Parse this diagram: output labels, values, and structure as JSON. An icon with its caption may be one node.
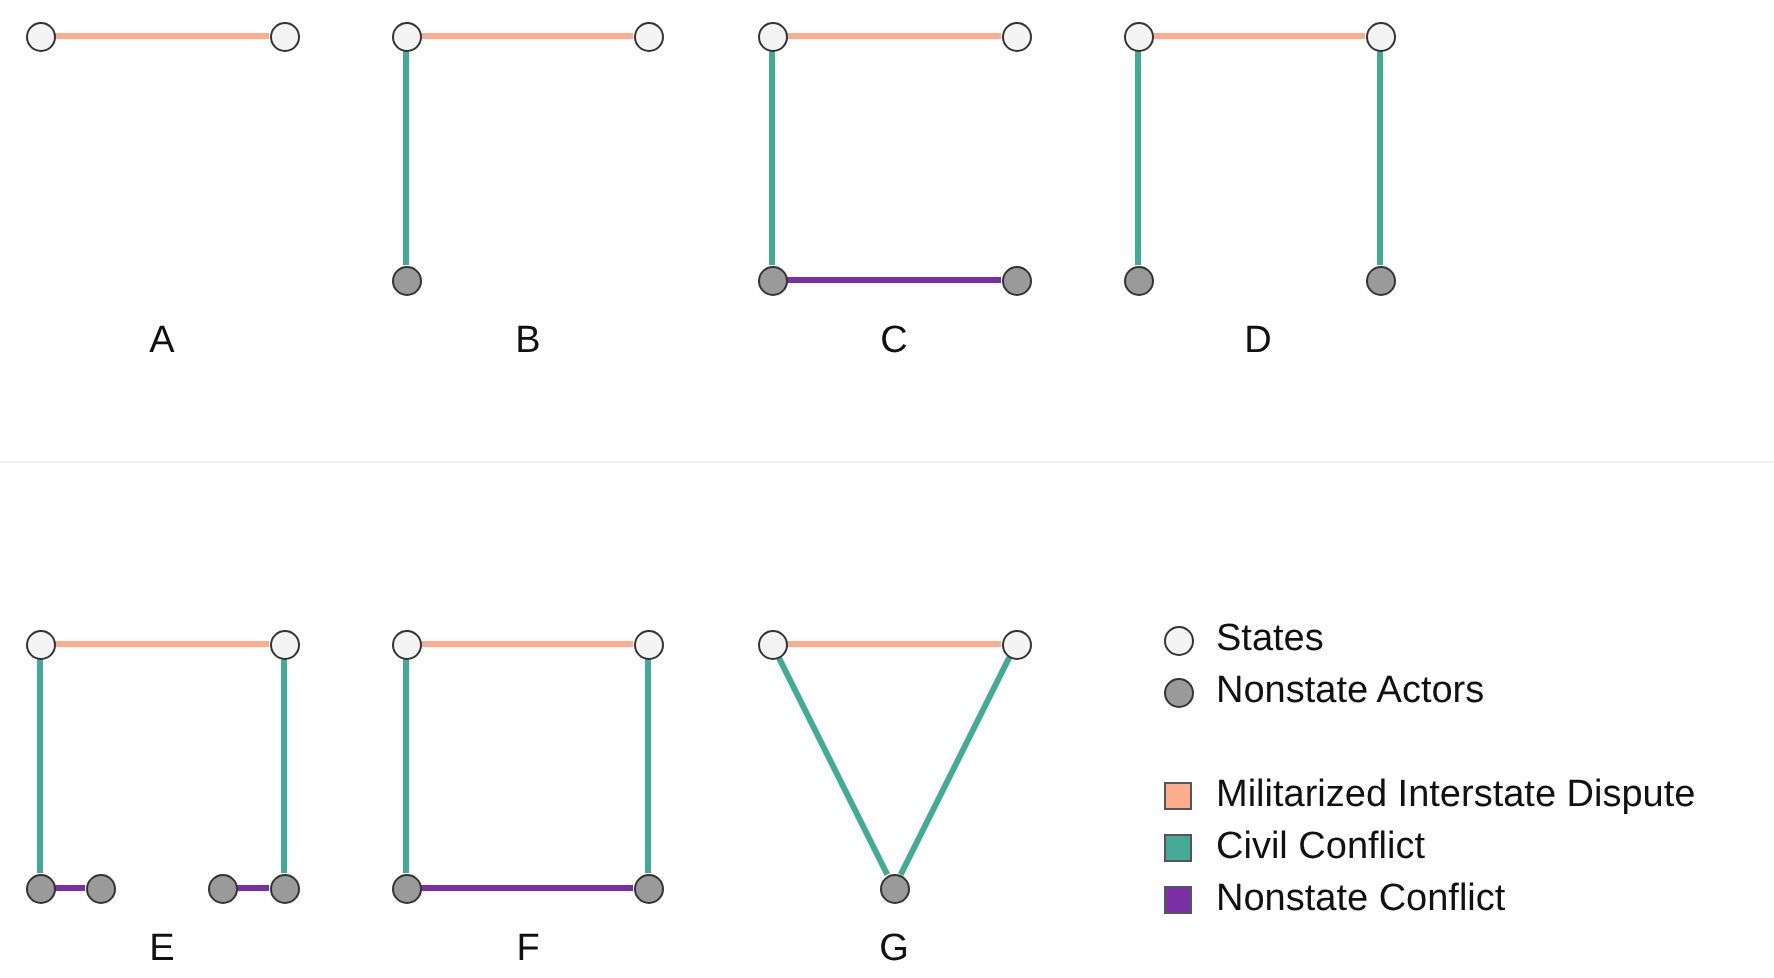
{
  "diagram": {
    "nodes": [
      {
        "text": [],
        "shape": "circle"
      },
      {
        "text": [],
        "shape": "circle"
      },
      {
        "text": [],
        "shape": "circle"
      },
      {
        "text": [],
        "shape": "circle"
      },
      {
        "text": [],
        "shape": "circle"
      },
      {
        "text": [],
        "shape": "circle"
      },
      {
        "text": [],
        "shape": "circle"
      },
      {
        "text": [],
        "shape": "circle"
      },
      {
        "text": [],
        "shape": "circle"
      },
      {
        "text": [],
        "shape": "circle"
      },
      {
        "text": [],
        "shape": "circle"
      },
      {
        "text": [],
        "shape": "circle"
      },
      {
        "text": [],
        "shape": "circle"
      },
      {
        "text": [],
        "shape": "circle"
      },
      {
        "text": [],
        "shape": "circle"
      },
      {
        "text": [],
        "shape": "circle"
      },
      {
        "text": [],
        "shape": "circle"
      },
      {
        "text": [],
        "shape": "circle"
      },
      {
        "text": [],
        "shape": "circle"
      },
      {
        "text": [],
        "shape": "circle"
      },
      {
        "text": [],
        "shape": "circle"
      },
      {
        "text": [],
        "shape": "circle"
      },
      {
        "text": [],
        "shape": "circle"
      },
      {
        "text": [],
        "shape": "circle"
      },
      {
        "text": [],
        "shape": "circle"
      },
      {
        "text": [],
        "shape": "circle"
      }
    ],
    "edges": [
      {
        "from": 0,
        "to": 1,
        "arrow": "none",
        "color": "#fbad8e"
      },
      {
        "from": 2,
        "to": 3,
        "arrow": "none",
        "color": "#fbad8e"
      },
      {
        "from": 2,
        "to": 4,
        "arrow": "none"
      },
      {
        "from": 5,
        "to": 6,
        "arrow": "none",
        "color": "#fbad8e"
      },
      {
        "from": 5,
        "to": 7,
        "arrow": "none"
      },
      {
        "from": 7,
        "to": 8,
        "arrow": "none",
        "color": "#7b2fa5"
      },
      {
        "from": 9,
        "to": 10,
        "arrow": "none",
        "color": "#fbad8e"
      },
      {
        "from": 9,
        "to": 11,
        "arrow": "none"
      },
      {
        "from": 10,
        "to": 12,
        "arrow": "none"
      },
      {
        "from": 13,
        "to": 14,
        "arrow": "none",
        "color": "#fbad8e"
      },
      {
        "from": 13,
        "to": 15,
        "arrow": "none"
      },
      {
        "from": 14,
        "to": 18,
        "arrow": "none"
      },
      {
        "from": 15,
        "to": 16,
        "arrow": "none",
        "color": "#7b2fa5"
      },
      {
        "from": 17,
        "to": 18,
        "arrow": "none",
        "color": "#7b2fa5"
      },
      {
        "from": 19,
        "to": 20,
        "arrow": "none",
        "color": "#fbad8e"
      },
      {
        "from": 19,
        "to": 21,
        "arrow": "none"
      },
      {
        "from": 20,
        "to": 22,
        "arrow": "none"
      },
      {
        "from": 21,
        "to": 22,
        "arrow": "none",
        "color": "#7b2fa5"
      },
      {
        "from": 23,
        "to": 24,
        "arrow": "none",
        "color": "#fbad8e"
      },
      {
        "from": 23,
        "to": 25,
        "arrow": "none"
      },
      {
        "from": 24,
        "to": 25,
        "arrow": "none"
      }
    ],
    "labels": [
      "A",
      "B",
      "C",
      "D",
      "E",
      "F",
      "G"
    ],
    "legend": [
      {
        "text": "States"
      },
      {
        "text": "Nonstate Actors"
      },
      {
        "text": "Militarized Interstate Dispute",
        "color": "#fbad8e"
      },
      {
        "text": "Civil Conflict",
        "color": "#45a996"
      },
      {
        "text": "Nonstate Conflict",
        "color": "#7b2fa5"
      }
    ]
  }
}
